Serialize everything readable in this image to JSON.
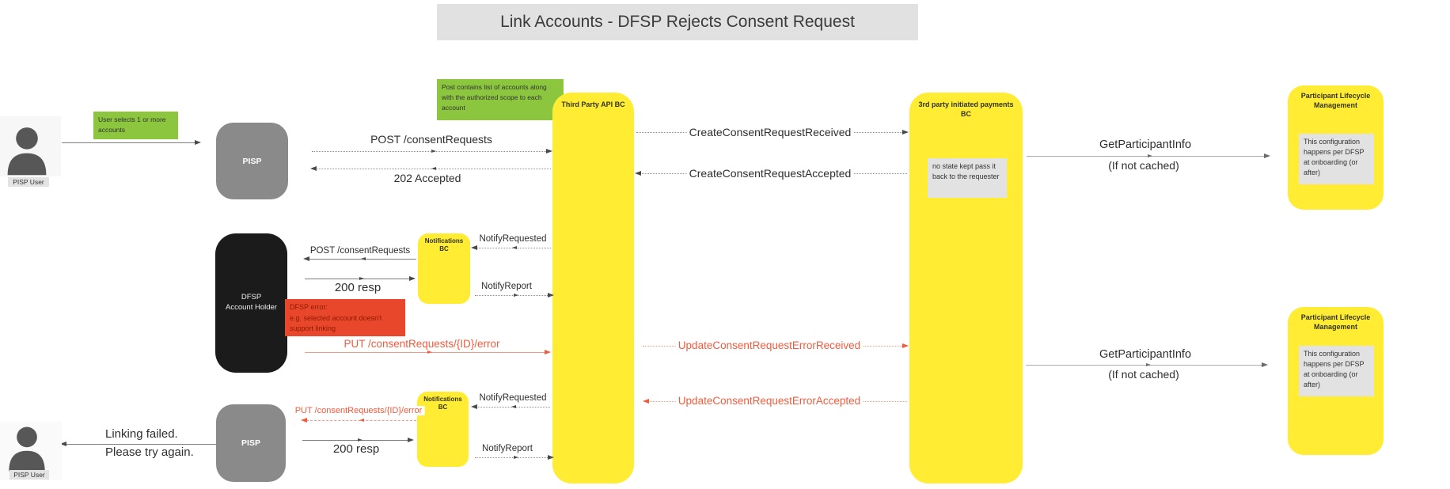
{
  "title": "Link Accounts - DFSP Rejects Consent Request",
  "colors": {
    "lifeline_yellow": "#FFEC33",
    "note_green": "#8CC63F",
    "note_gray": "#E2E2E2",
    "note_red_bg": "#E8472B",
    "note_red_text": "#8F1A00",
    "error_red_text": "#F15B3E",
    "actor_gray": "#8A8A8A",
    "actor_black": "#1B1B1B",
    "title_bg": "#E1E1E1"
  },
  "actors": {
    "pisp_user_top": {
      "label": "PISP User"
    },
    "pisp_top": {
      "label": "PISP"
    },
    "third_party_api_bc": {
      "label": "Third Party API BC"
    },
    "payments_bc": {
      "label": "3rd party initiated payments BC"
    },
    "plm_top": {
      "label": "Participant Lifecycle Management"
    },
    "plm_bottom": {
      "label": "Participant Lifecycle Management"
    },
    "dfsp": {
      "label_line1": "DFSP",
      "label_line2": "Account Holder"
    },
    "notifications_top": {
      "label": "Notifications BC"
    },
    "notifications_bottom": {
      "label": "Notifications BC"
    },
    "pisp_bottom": {
      "label": "PISP"
    },
    "pisp_user_bottom": {
      "label": "PISP User"
    }
  },
  "notes": {
    "user_selects": "User selects 1 or more accounts",
    "post_contains": "Post contains list of accounts along with the authorized scope to each account",
    "no_state": "no state kept pass it back to the requester",
    "config_top": "This configuration happens per DFSP at onboarding (or after)",
    "config_bottom": "This configuration happens per DFSP at onboarding (or after)",
    "dfsp_error_line1": "DFSP error:",
    "dfsp_error_line2": "e.g. selected account doesn't support linking"
  },
  "messages": {
    "post_consent_top": "POST /consentRequests",
    "accepted_202": "202 Accepted",
    "create_received": "CreateConsentRequestReceived",
    "create_accepted": "CreateConsentRequestAccepted",
    "get_participant_top": "GetParticipantInfo",
    "if_not_cached_top": "(If not cached)",
    "notify_requested_top": "NotifyRequested",
    "notify_report_top": "NotifyReport",
    "post_consent_dfsp": "POST /consentRequests",
    "resp_200_top": "200 resp",
    "put_error_top": "PUT /consentRequests/{ID}/error",
    "update_received": "UpdateConsentRequestErrorReceived",
    "update_accepted": "UpdateConsentRequestErrorAccepted",
    "get_participant_bottom": "GetParticipantInfo",
    "if_not_cached_bottom": "(If not cached)",
    "put_error_bottom": "PUT /consentRequests/{ID}/error",
    "resp_200_bottom": "200 resp",
    "notify_requested_bottom": "NotifyRequested",
    "notify_report_bottom": "NotifyReport",
    "linking_failed_line1": "Linking failed.",
    "linking_failed_line2": "Please try again."
  }
}
